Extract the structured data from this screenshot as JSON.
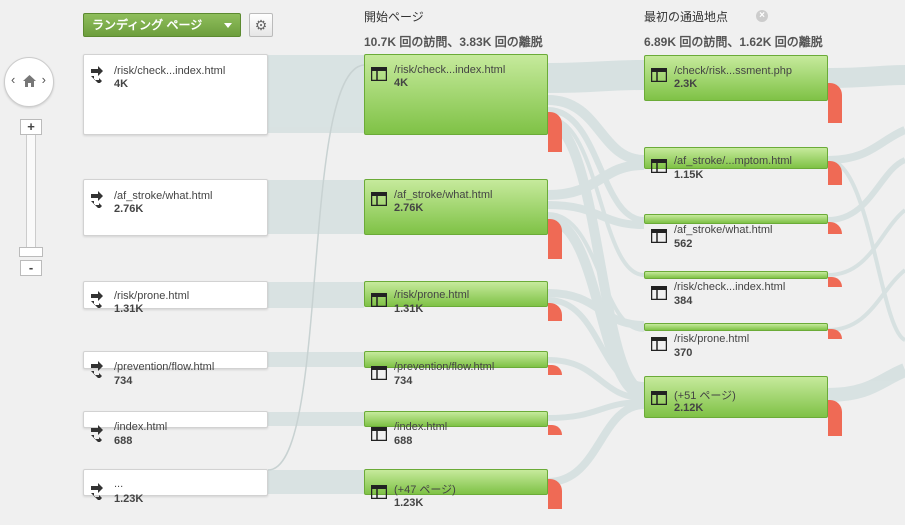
{
  "toolbar": {
    "dimension_label": "ランディング ページ",
    "settings_icon": "gear-icon",
    "home_icon": "home-icon",
    "zoom_in": "+",
    "zoom_out": "-",
    "pan_left": "‹",
    "pan_right": "›"
  },
  "columns": {
    "start": {
      "title": "開始ページ",
      "stats": "10.7K 回の訪問、3.83K 回の離脱"
    },
    "first": {
      "title": "最初の通過地点",
      "stats": "6.89K 回の訪問、1.62K 回の離脱",
      "close_icon": "close-icon"
    }
  },
  "landing_nodes": [
    {
      "label": "/risk/check...index.html",
      "count": "4K"
    },
    {
      "label": "/af_stroke/what.html",
      "count": "2.76K"
    },
    {
      "label": "/risk/prone.html",
      "count": "1.31K"
    },
    {
      "label": "/prevention/flow.html",
      "count": "734"
    },
    {
      "label": "/index.html",
      "count": "688"
    },
    {
      "label": "...",
      "count": "1.23K"
    }
  ],
  "start_nodes": [
    {
      "label": "/risk/check...index.html",
      "count": "4K"
    },
    {
      "label": "/af_stroke/what.html",
      "count": "2.76K"
    },
    {
      "label": "/risk/prone.html",
      "count": "1.31K"
    },
    {
      "label": "/prevention/flow.html",
      "count": "734"
    },
    {
      "label": "/index.html",
      "count": "688"
    },
    {
      "label": "(+47 ページ)",
      "count": "1.23K"
    }
  ],
  "first_nodes": [
    {
      "label": "/check/risk...ssment.php",
      "count": "2.3K"
    },
    {
      "label": "/af_stroke/...mptom.html",
      "count": "1.15K"
    },
    {
      "label": "/af_stroke/what.html",
      "count": "562"
    },
    {
      "label": "/risk/check...index.html",
      "count": "384"
    },
    {
      "label": "/risk/prone.html",
      "count": "370"
    },
    {
      "label": "(+51 ページ)",
      "count": "2.12K"
    }
  ],
  "colors": {
    "node_green": "#8fcc55",
    "dropoff": "#ef6a55",
    "flow": "#d3dddd"
  }
}
